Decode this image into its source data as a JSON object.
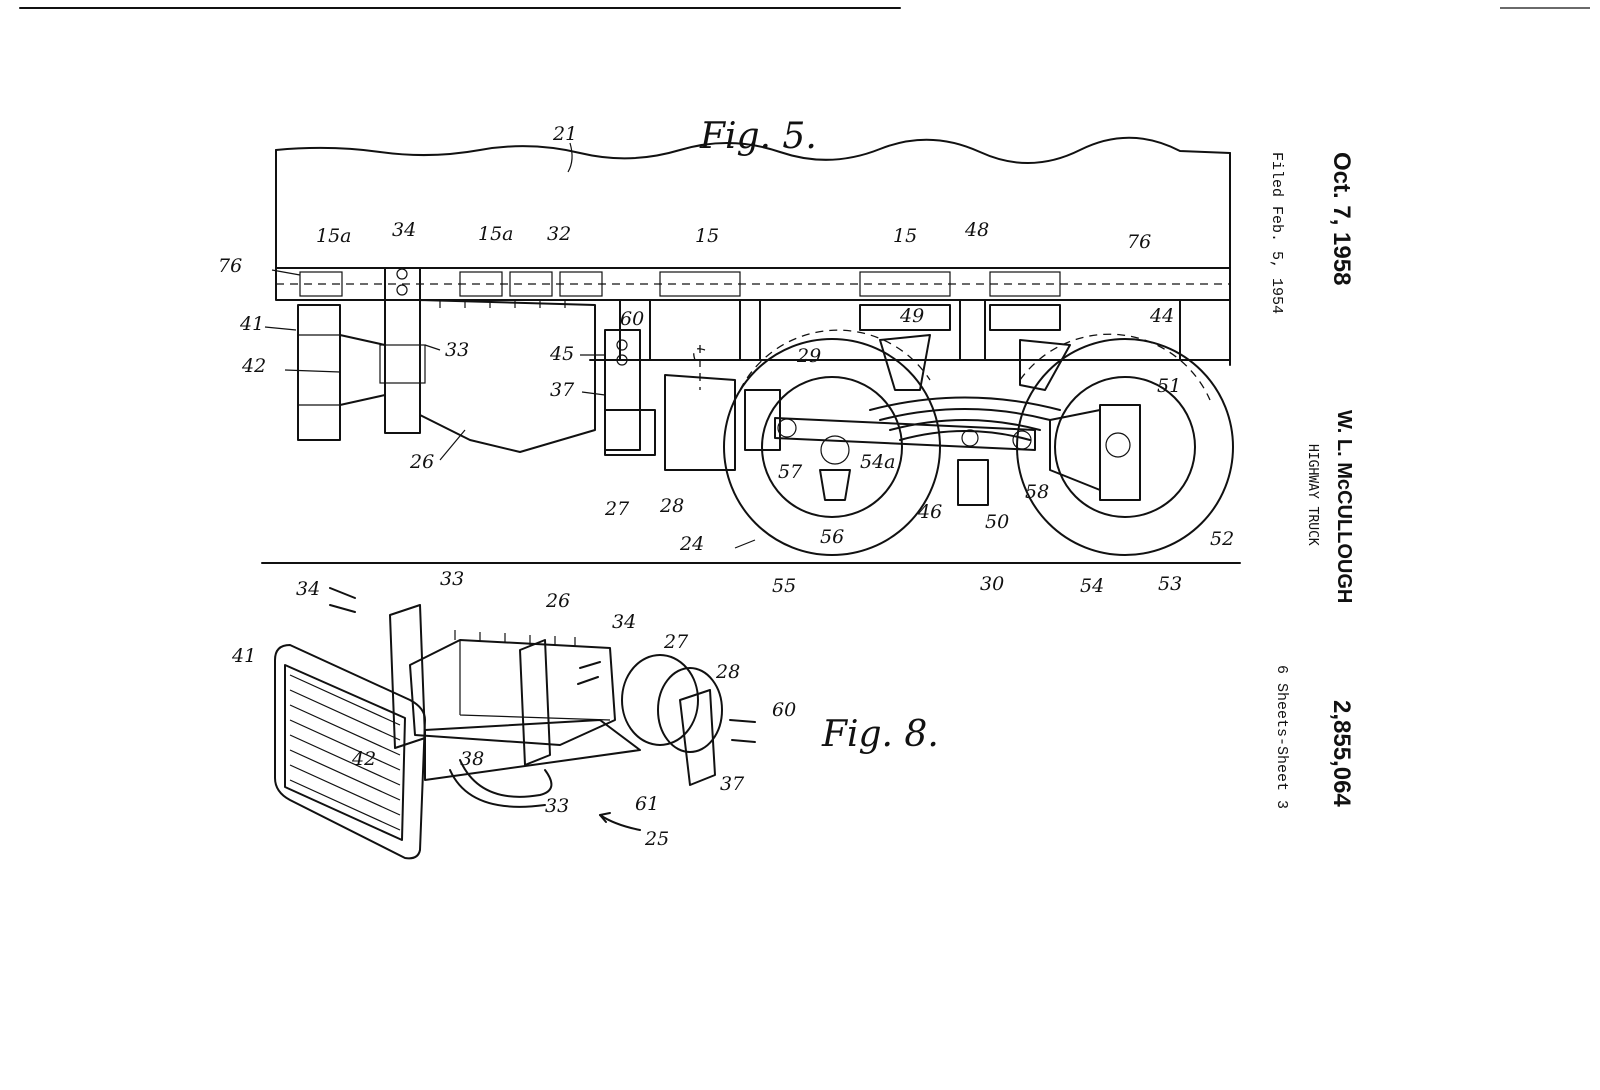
{
  "header": {
    "date": "Oct. 7, 1958",
    "filed": "Filed Feb. 5, 1954",
    "inventor": "W. L. McCULLOUGH",
    "title": "HIGHWAY TRUCK",
    "patent_number": "2,855,064",
    "sheets": "6 Sheets-Sheet 3"
  },
  "figures": {
    "fig5": "Fig. 5.",
    "fig8": "Fig. 8."
  },
  "fig5_labels": [
    "21",
    "15a",
    "34",
    "15a",
    "32",
    "15",
    "15",
    "48",
    "76",
    "76",
    "41",
    "42",
    "33",
    "60",
    "45",
    "37",
    "26",
    "27",
    "28",
    "29",
    "49",
    "44",
    "51",
    "57",
    "54a",
    "56",
    "24",
    "46",
    "50",
    "58",
    "52",
    "53",
    "54",
    "55",
    "30"
  ],
  "fig8_labels": [
    "34",
    "33",
    "26",
    "34",
    "27",
    "28",
    "41",
    "60",
    "38",
    "42",
    "33",
    "61",
    "37",
    "25"
  ]
}
